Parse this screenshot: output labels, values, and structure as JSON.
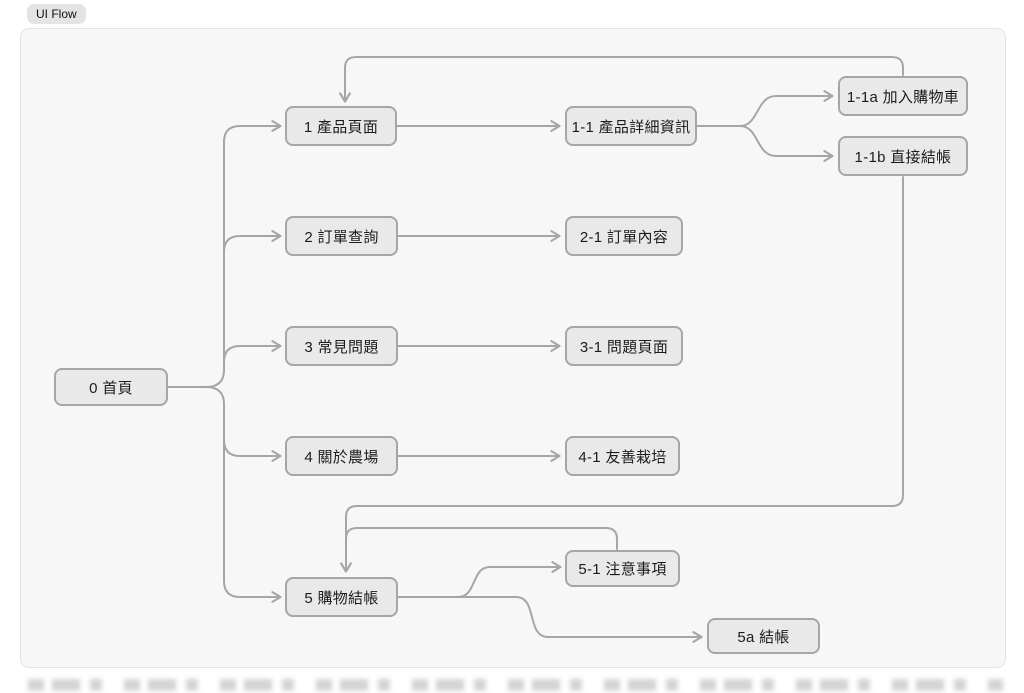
{
  "badge": {
    "label": "UI Flow"
  },
  "colors": {
    "panel_bg": "#f7f7f7",
    "panel_border": "#e3e3e3",
    "node_fill": "#e9e9e9",
    "node_border": "#a6a6a6",
    "connector": "#a6a6a6",
    "text": "#1c1c1c",
    "badge_bg": "#e4e4e4"
  },
  "diagram": {
    "type": "ui-flow",
    "nodes": {
      "home": {
        "label": "0 首頁"
      },
      "n1": {
        "label": "1 產品頁面"
      },
      "n1_1": {
        "label": "1-1 產品詳細資訊"
      },
      "n1_1a": {
        "label": "1-1a 加入購物車"
      },
      "n1_1b": {
        "label": "1-1b 直接結帳"
      },
      "n2": {
        "label": "2 訂單查詢"
      },
      "n2_1": {
        "label": "2-1 訂單內容"
      },
      "n3": {
        "label": "3 常見問題"
      },
      "n3_1": {
        "label": "3-1 問題頁面"
      },
      "n4": {
        "label": "4 關於農場"
      },
      "n4_1": {
        "label": "4-1 友善栽培"
      },
      "n5": {
        "label": "5 購物結帳"
      },
      "n5_1": {
        "label": "5-1 注意事項"
      },
      "n5a": {
        "label": "5a 結帳"
      }
    },
    "edges": [
      {
        "from": "home",
        "to": "n1"
      },
      {
        "from": "home",
        "to": "n2"
      },
      {
        "from": "home",
        "to": "n3"
      },
      {
        "from": "home",
        "to": "n4"
      },
      {
        "from": "home",
        "to": "n5"
      },
      {
        "from": "n1",
        "to": "n1_1"
      },
      {
        "from": "n1_1",
        "to": "n1_1a"
      },
      {
        "from": "n1_1",
        "to": "n1_1b"
      },
      {
        "from": "n1_1a",
        "to": "n1",
        "type": "loop-back"
      },
      {
        "from": "n1_1b",
        "to": "n5",
        "type": "loop-back"
      },
      {
        "from": "n2",
        "to": "n2_1"
      },
      {
        "from": "n3",
        "to": "n3_1"
      },
      {
        "from": "n4",
        "to": "n4_1"
      },
      {
        "from": "n5",
        "to": "n5_1"
      },
      {
        "from": "n5_1",
        "to": "n5",
        "type": "loop-back"
      },
      {
        "from": "n5",
        "to": "n5a"
      }
    ]
  }
}
